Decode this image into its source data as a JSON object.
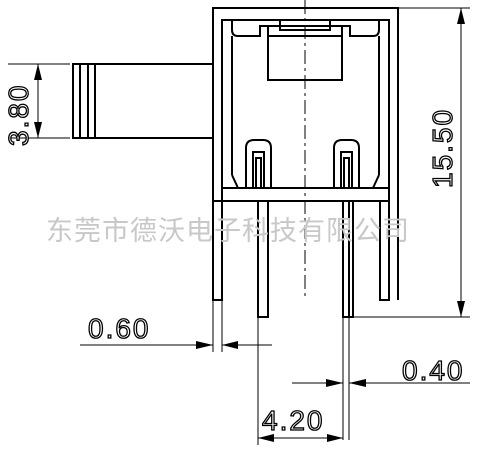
{
  "drawing": {
    "watermark": "东莞市德沃电子科技有限公司",
    "dimensions": {
      "height_total": "15.50",
      "body_offset": "3.80",
      "pin_width": "0.60",
      "pin_thickness": "0.40",
      "pin_pitch": "4.20"
    }
  }
}
